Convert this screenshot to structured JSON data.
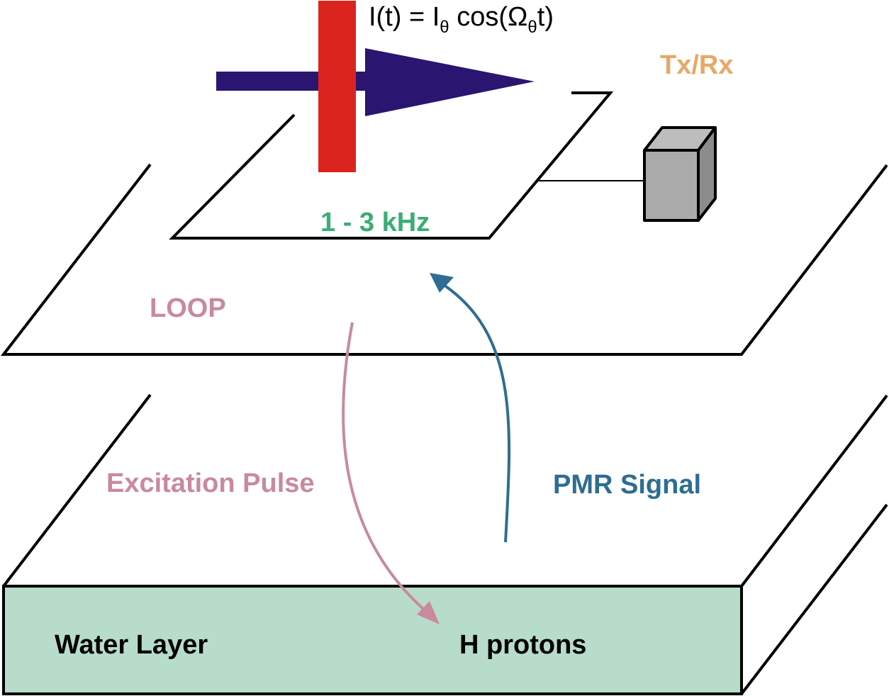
{
  "formula": {
    "prefix": "I(t) = I",
    "sub1": "θ",
    "mid": " cos(Ω",
    "sub2": "θ",
    "suffix": "t)"
  },
  "labels": {
    "txrx": "Tx/Rx",
    "frequency": "1 - 3 kHz",
    "loop": "LOOP",
    "excitation": "Excitation Pulse",
    "pmr": "PMR Signal",
    "water_layer": "Water Layer",
    "h_protons": "H protons"
  },
  "colors": {
    "current_arrow": "#2a1570",
    "current_bar": "#db241e",
    "txrx": "#e8a867",
    "frequency": "#3aae74",
    "loop": "#c88a9c",
    "excitation": "#c88a9c",
    "pmr": "#2e6d92",
    "water": "#b8dcca",
    "device": "#aaaaaa"
  },
  "icons": {
    "device": "transceiver-box-icon"
  }
}
